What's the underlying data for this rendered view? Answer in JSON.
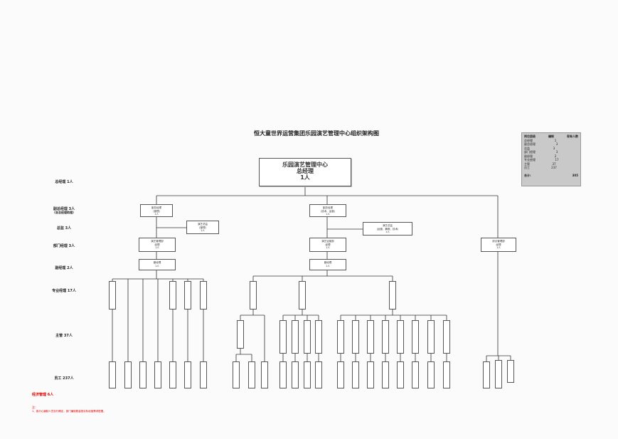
{
  "title": "恒大童世界运营集团乐园演艺管理中心组织架构图",
  "top_box": {
    "line1": "乐园演艺管理中心",
    "line2": "总经理",
    "line3": "1人"
  },
  "levels": [
    "总经理 1人",
    "副总经理 3人",
    "(含总经理助理)",
    "总监 3人",
    "部门经理 3人",
    "副经理 2人",
    "专业经理 17人",
    "主管 37人",
    "员工 237人"
  ],
  "legend": {
    "headers": [
      "岗位层级",
      "编制",
      "现有人数"
    ],
    "rows": [
      [
        "总经理",
        "1",
        ""
      ],
      [
        "副总经理",
        "3",
        ""
      ],
      [
        "总监",
        "3",
        ""
      ],
      [
        "部门经理",
        "3",
        ""
      ],
      [
        "副经理",
        "2",
        ""
      ],
      [
        "专业经理",
        "17",
        ""
      ],
      [
        "主管",
        "37",
        ""
      ],
      [
        "员工",
        "237",
        ""
      ]
    ],
    "total_label": "合计:",
    "total_value": "305"
  },
  "red_notes": {
    "label": "经济管理 6人",
    "note_title": "注：",
    "note": "1、各中心编制人员另行确定，部门编制数量按实际经营需求配置。"
  },
  "vp_boxes": [
    {
      "l1": "副总经理",
      "l2": "(管理)",
      "l3": "1人"
    },
    {
      "l1": "副总经理",
      "l2": "(技术、运营)",
      "l3": "1人"
    }
  ],
  "director_boxes": [
    {
      "l1": "演艺总监",
      "l2": "(管理)",
      "l3": "1人"
    },
    {
      "l1": "演艺总监",
      "l2": "(运营、舞美、技术)",
      "l3": "1人"
    }
  ],
  "dept_boxes": [
    {
      "l1": "演艺管理部",
      "l2": "经理",
      "l3": "1人"
    },
    {
      "l1": "演艺运营部",
      "l2": "经理",
      "l3": "1人"
    },
    {
      "l1": "综合管理部",
      "l2": "经理",
      "l3": "1人"
    }
  ],
  "deputy_boxes": [
    {
      "l1": "副经理",
      "l2": "1人"
    },
    {
      "l1": "副经理",
      "l2": "1人"
    }
  ]
}
